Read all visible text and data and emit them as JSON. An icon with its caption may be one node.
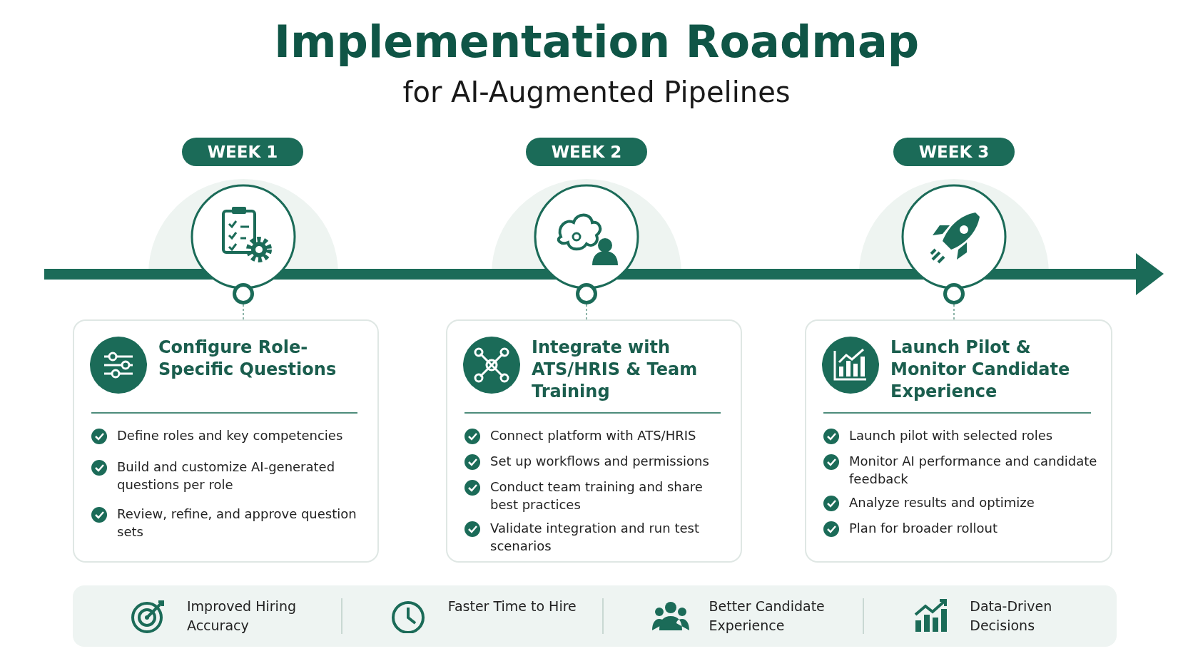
{
  "diagram": {
    "title": "Implementation Roadmap",
    "caption": "for AI-Augmented Pipelines",
    "nodes": [
      {
        "text": [
          "WEEK 1"
        ]
      },
      {
        "text": [
          "WEEK 2"
        ]
      },
      {
        "text": [
          "WEEK 3"
        ]
      },
      {
        "text": [],
        "shape": "circle"
      },
      {
        "text": [],
        "shape": "circle"
      },
      {
        "text": [],
        "shape": "circle"
      },
      {
        "text": [
          "Configure Role-Specific Questions",
          "Define roles and key competencies",
          "Build and customize AI-generated questions per role",
          "Review, refine, and approve question sets"
        ]
      },
      {
        "text": [
          "Integrate with ATS/HRIS & Team Training",
          "Connect platform with ATS/HRIS",
          "Set up workflows and permissions",
          "Conduct team training and share best practices",
          "Validate integration and run test scenarios"
        ]
      },
      {
        "text": [
          "Launch Pilot & Monitor Candidate Experience",
          "Launch pilot with selected roles",
          "Monitor AI performance and candidate feedback",
          "Analyze results and optimize",
          "Plan for broader rollout"
        ]
      },
      {
        "text": [
          "Improved Hiring Accuracy",
          "Faster Time to Hire",
          "Better Candidate Experience",
          "Data-Driven Decisions"
        ]
      }
    ],
    "edges": [
      {
        "from": 3,
        "to": 6,
        "arrow": "none",
        "style": "dashed"
      },
      {
        "from": 4,
        "to": 7,
        "arrow": "none",
        "style": "dashed"
      },
      {
        "from": 5,
        "to": 8,
        "arrow": "none",
        "style": "dashed"
      }
    ]
  }
}
